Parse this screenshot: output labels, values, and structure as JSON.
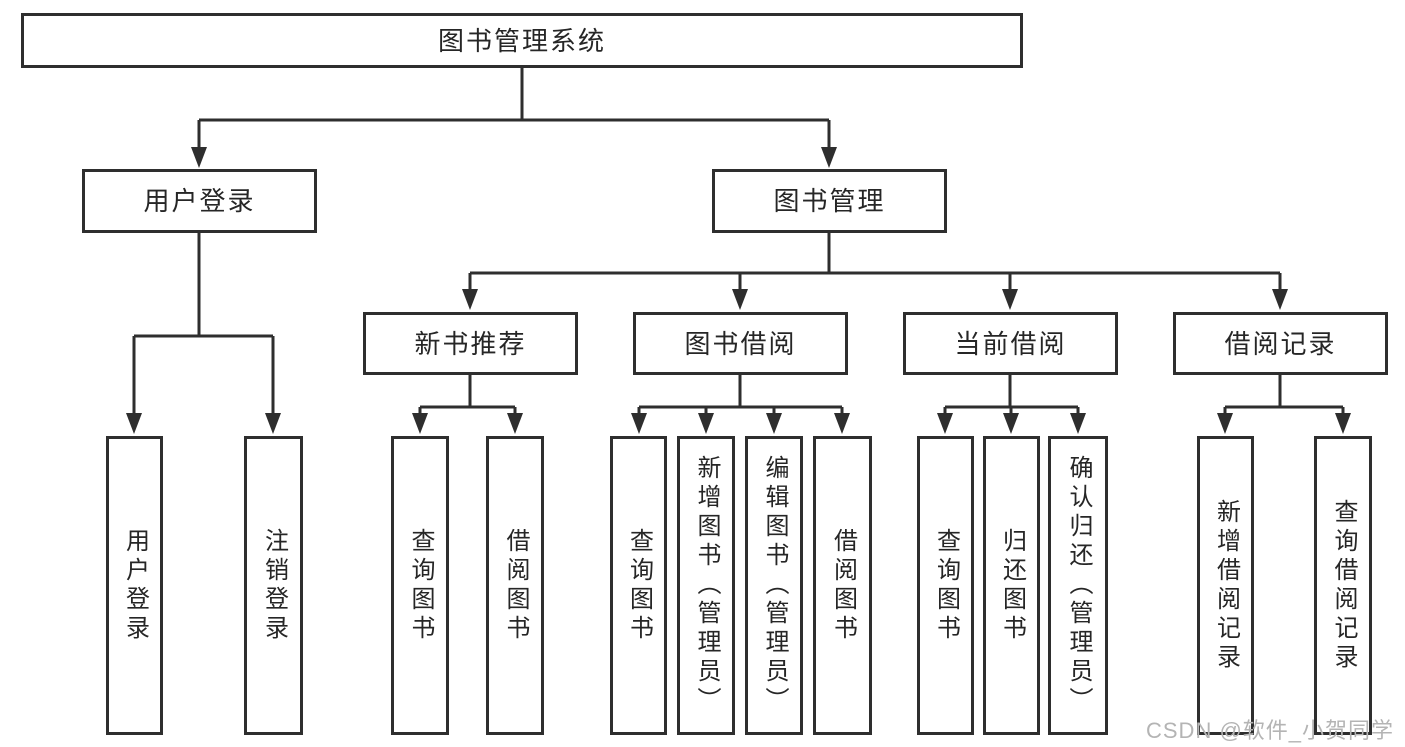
{
  "diagram": {
    "type": "hierarchy-tree",
    "title": "图书管理系统",
    "colors": {
      "line": "#2e2e2e",
      "box_border": "#2e2e2e",
      "text": "#262626",
      "background": "#ffffff",
      "watermark": "#b4b4b4"
    },
    "nodes": {
      "root": "图书管理系统",
      "l1_user_login": "用户登录",
      "l1_book_mgmt": "图书管理",
      "leaf_user_login": "用户登录",
      "leaf_logout": "注销登录",
      "l2_new_book": "新书推荐",
      "l2_borrow": "图书借阅",
      "l2_current": "当前借阅",
      "l2_records": "借阅记录",
      "leaf_nb_query": "查询图书",
      "leaf_nb_borrow": "借阅图书",
      "leaf_bb_query": "查询图书",
      "leaf_bb_add": "新增图书（管理员）",
      "leaf_bb_edit": "编辑图书（管理员）",
      "leaf_bb_borrow": "借阅图书",
      "leaf_cb_query": "查询图书",
      "leaf_cb_return": "归还图书",
      "leaf_cb_confirm": "确认归还（管理员）",
      "leaf_br_add": "新增借阅记录",
      "leaf_br_query": "查询借阅记录"
    },
    "hierarchy": {
      "图书管理系统": {
        "用户登录": [
          "用户登录",
          "注销登录"
        ],
        "图书管理": {
          "新书推荐": [
            "查询图书",
            "借阅图书"
          ],
          "图书借阅": [
            "查询图书",
            "新增图书（管理员）",
            "编辑图书（管理员）",
            "借阅图书"
          ],
          "当前借阅": [
            "查询图书",
            "归还图书",
            "确认归还（管理员）"
          ],
          "借阅记录": [
            "新增借阅记录",
            "查询借阅记录"
          ]
        }
      }
    }
  },
  "watermark": "CSDN @软件_小贺同学"
}
